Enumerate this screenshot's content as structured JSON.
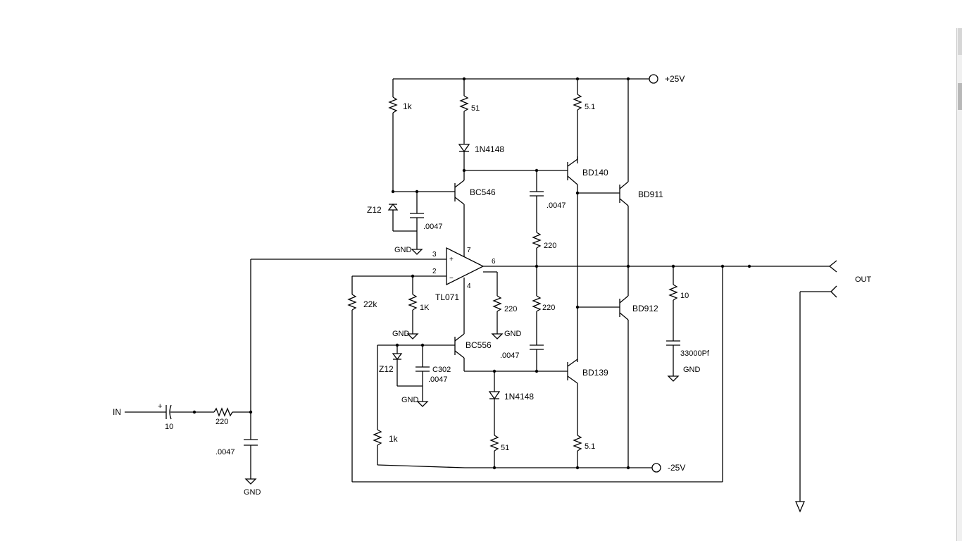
{
  "labels": {
    "vplus": "+25V",
    "vminus": "-25V",
    "in": "IN",
    "out": "OUT",
    "gnd": "GND",
    "r_1k_top": "1k",
    "r_51_top": "51",
    "d_1n4148_top": "1N4148",
    "r_51_q_top": "5.1",
    "q_bd140": "BD140",
    "q_bd911": "BD911",
    "q_bc546": "BC546",
    "z12_top": "Z12",
    "c_0047_top_left": ".0047",
    "c_0047_top_right": ".0047",
    "r_220_upper": "220",
    "r_220_lower": "220",
    "opamp": "TL071",
    "pin3": "3",
    "pin2": "2",
    "pin7": "7",
    "pin6": "6",
    "pin4": "4",
    "r_22k": "22k",
    "r_1K_mid": "1K",
    "r_220_out": "220",
    "q_bd912": "BD912",
    "r_10_zobel": "10",
    "c_33000": "33000Pf",
    "q_bc556": "BC556",
    "c_0047_mid": ".0047",
    "z12_bottom": "Z12",
    "c_c302": "C302",
    "c_0047_c302": ".0047",
    "q_bd139": "BD139",
    "d_1n4148_bottom": "1N4148",
    "r_1k_bottom": "1k",
    "r_51_bottom": "51",
    "r_51_q_bottom": "5.1",
    "c_in_10": "10",
    "r_in_220": "220",
    "c_in_0047": ".0047"
  },
  "icons": {
    "gnd": "ground-symbol",
    "supply": "open-circle-terminal"
  }
}
